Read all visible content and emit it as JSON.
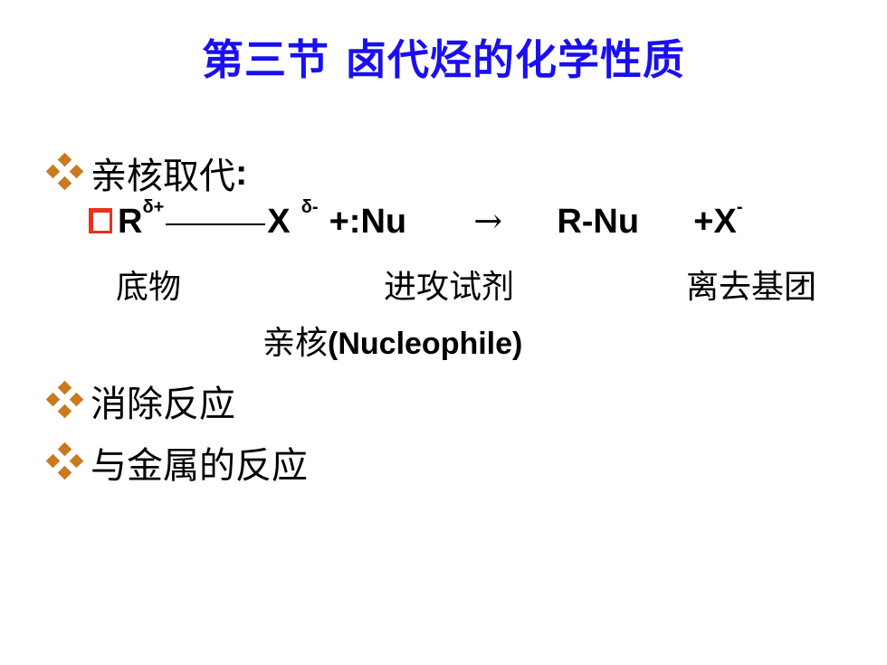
{
  "title": "第三节  卤代烃的化学性质",
  "bullets": [
    {
      "text": "亲核取代",
      "suffix": ":"
    },
    {
      "text": "消除反应"
    },
    {
      "text": "与金属的反应"
    }
  ],
  "equation": {
    "r": "R",
    "r_charge": "δ+",
    "x": "X",
    "x_charge": "δ-",
    "nu": "+:Nu",
    "arrow": "→",
    "product": "R-Nu",
    "leaving": "+X",
    "leaving_charge": "-"
  },
  "labels": {
    "substrate": "底物",
    "reagent": "进攻试剂",
    "leaving_group": "离去基团",
    "nucleophile_cn": "亲核",
    "nucleophile_en": "(Nucleophile)"
  },
  "colors": {
    "title": "#1a0ff0",
    "bullet": "#c87a1e",
    "checkbox": "#e8321c"
  }
}
